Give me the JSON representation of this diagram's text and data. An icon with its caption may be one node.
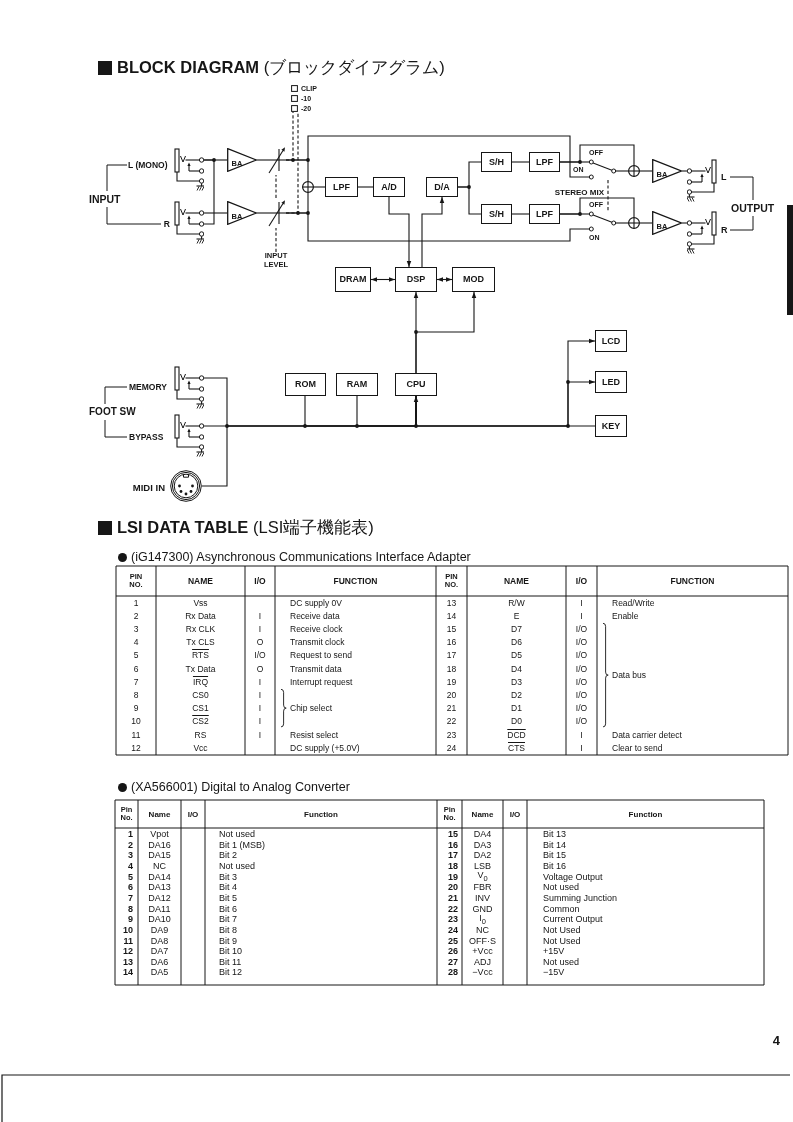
{
  "diagram": {
    "title": "**BLOCK DIAGRAM** (ブロックダイアグラム)",
    "nodes": [
      {
        "text": [],
        "shape": "picture",
        "beside": [
          "L (MONO)"
        ]
      },
      {
        "text": [],
        "shape": "picture",
        "beside": [
          "R"
        ]
      },
      {
        "text": [
          "BA"
        ]
      },
      {
        "text": [
          "BA"
        ]
      },
      {
        "text": [],
        "shape": "picture"
      },
      {
        "text": [],
        "shape": "picture"
      },
      {
        "text": [],
        "shape": "box",
        "beside": [
          "CLIP"
        ]
      },
      {
        "text": [],
        "shape": "box",
        "beside": [
          "-10"
        ]
      },
      {
        "text": [],
        "shape": "box",
        "beside": [
          "-20"
        ]
      },
      {
        "text": [
          "INPUT LEVEL"
        ]
      },
      {
        "text": [],
        "shape": "circle"
      },
      {
        "text": [
          "LPF"
        ]
      },
      {
        "text": [
          "A/D"
        ]
      },
      {
        "text": [
          "D/A"
        ]
      },
      {
        "text": [
          "S/H"
        ]
      },
      {
        "text": [
          "LPF"
        ]
      },
      {
        "text": [
          "S/H"
        ]
      },
      {
        "text": [
          "LPF"
        ]
      },
      {
        "text": [],
        "shape": "picture",
        "beside": [
          "OFF",
          "ON"
        ]
      },
      {
        "text": [],
        "shape": "picture",
        "beside": [
          "OFF",
          "ON"
        ]
      },
      {
        "text": [],
        "shape": "circle"
      },
      {
        "text": [],
        "shape": "circle"
      },
      {
        "text": [
          "BA"
        ]
      },
      {
        "text": [
          "BA"
        ]
      },
      {
        "text": [],
        "shape": "picture",
        "beside": [
          "L"
        ]
      },
      {
        "text": [],
        "shape": "picture",
        "beside": [
          "R"
        ]
      },
      {
        "text": [
          "DRAM"
        ]
      },
      {
        "text": [
          "DSP"
        ]
      },
      {
        "text": [
          "MOD"
        ]
      },
      {
        "text": [
          "LCD"
        ]
      },
      {
        "text": [
          "LED"
        ]
      },
      {
        "text": [
          "ROM"
        ]
      },
      {
        "text": [
          "RAM"
        ]
      },
      {
        "text": [
          "CPU"
        ]
      },
      {
        "text": [
          "KEY"
        ]
      },
      {
        "text": [],
        "shape": "picture",
        "beside": [
          "MEMORY"
        ]
      },
      {
        "text": [],
        "shape": "picture",
        "beside": [
          "BYPASS"
        ]
      },
      {
        "text": [],
        "shape": "picture",
        "beside": [
          "MIDI IN"
        ]
      }
    ],
    "edges": [
      {
        "from": 0,
        "to": 2,
        "arrow": "none"
      },
      {
        "from": 0,
        "to": 1,
        "arrow": "none"
      },
      {
        "from": 1,
        "to": 3,
        "arrow": "none"
      },
      {
        "from": 2,
        "to": 4,
        "arrow": "none"
      },
      {
        "from": 3,
        "to": 5,
        "arrow": "none"
      },
      {
        "from": 9,
        "to": 5,
        "arrow": "none",
        "style": "dashed"
      },
      {
        "from": 5,
        "to": 4,
        "arrow": "none",
        "style": "dashed"
      },
      {
        "from": 4,
        "to": 8,
        "arrow": "none",
        "style": "dashed"
      },
      {
        "from": 5,
        "to": 8,
        "arrow": "none",
        "style": "dashed"
      },
      {
        "from": 4,
        "to": 10,
        "arrow": "none"
      },
      {
        "from": 5,
        "to": 10,
        "arrow": "none"
      },
      {
        "from": 4,
        "to": 18,
        "arrow": "none"
      },
      {
        "from": 5,
        "to": 19,
        "arrow": "none"
      },
      {
        "from": 10,
        "to": 11,
        "arrow": "none"
      },
      {
        "from": 11,
        "to": 12,
        "arrow": "none"
      },
      {
        "from": 12,
        "to": 27,
        "arrow": "to"
      },
      {
        "from": 27,
        "to": 13,
        "arrow": "to"
      },
      {
        "from": 13,
        "to": 14,
        "arrow": "none"
      },
      {
        "from": 13,
        "to": 16,
        "arrow": "none"
      },
      {
        "from": 14,
        "to": 15,
        "arrow": "none"
      },
      {
        "from": 16,
        "to": 17,
        "arrow": "none"
      },
      {
        "from": 15,
        "to": 18,
        "arrow": "none"
      },
      {
        "from": 15,
        "to": 20,
        "arrow": "none"
      },
      {
        "from": 17,
        "to": 19,
        "arrow": "none"
      },
      {
        "from": 17,
        "to": 21,
        "arrow": "none"
      },
      {
        "from": 18,
        "to": 20,
        "arrow": "none"
      },
      {
        "from": 19,
        "to": 21,
        "arrow": "none"
      },
      {
        "from": 18,
        "to": 19,
        "arrow": "none",
        "style": "dashed"
      },
      {
        "from": 20,
        "to": 22,
        "arrow": "none"
      },
      {
        "from": 21,
        "to": 23,
        "arrow": "none"
      },
      {
        "from": 22,
        "to": 24,
        "arrow": "none"
      },
      {
        "from": 23,
        "to": 25,
        "arrow": "none"
      },
      {
        "from": 26,
        "to": 27,
        "arrow": "both"
      },
      {
        "from": 27,
        "to": 28,
        "arrow": "both"
      },
      {
        "from": 33,
        "to": 27,
        "arrow": "to"
      },
      {
        "from": 33,
        "to": 28,
        "arrow": "to"
      },
      {
        "from": 31,
        "to": 33,
        "arrow": "none"
      },
      {
        "from": 32,
        "to": 33,
        "arrow": "none"
      },
      {
        "from": 35,
        "to": 33,
        "arrow": "none"
      },
      {
        "from": 36,
        "to": 33,
        "arrow": "none"
      },
      {
        "from": 37,
        "to": 33,
        "arrow": "none"
      },
      {
        "from": 33,
        "to": 29,
        "arrow": "to"
      },
      {
        "from": 33,
        "to": 30,
        "arrow": "to"
      },
      {
        "from": 34,
        "to": 33,
        "arrow": "to"
      }
    ],
    "labels": [
      "INPUT",
      "STEREO MIX",
      "OUTPUT",
      "FOOT SW",
      "**LSI DATA TABLE** (LSI端子機能表)",
      "(iG147300) Asynchronous Communications Interface Adapter",
      "PIN NO.",
      "NAME",
      "I/O",
      "FUNCTION",
      "PIN NO.",
      "NAME",
      "I/O",
      "FUNCTION",
      "1",
      "Vss",
      "DC supply 0V",
      "13",
      "R/W",
      "I",
      "Read/Write",
      "2",
      "Rx Data",
      "I",
      "Receive data",
      "14",
      "E",
      "I",
      "Enable",
      "3",
      "Rx CLK",
      "I",
      "Receive clock",
      "15",
      "D7",
      "I/O",
      "4",
      "Tx CLS",
      "O",
      "Transmit clock",
      "16",
      "D6",
      "I/O",
      "5",
      "RTS",
      "I/O",
      "Request to send",
      "17",
      "D5",
      "I/O",
      "6",
      "Tx Data",
      "O",
      "Transmit data",
      "18",
      "D4",
      "I/O",
      "Data bus",
      "7",
      "IRQ",
      "I",
      "Interrupt request",
      "19",
      "D3",
      "I/O",
      "8",
      "CS0",
      "I",
      "20",
      "D2",
      "I/O",
      "9",
      "CS1",
      "I",
      "Chip select",
      "21",
      "D1",
      "I/O",
      "10",
      "CS2",
      "I",
      "22",
      "D0",
      "I/O",
      "11",
      "RS",
      "I",
      "Resist select",
      "23",
      "DCD",
      "I",
      "Data carrier detect",
      "12",
      "Vcc",
      "DC supply (+5.0V)",
      "24",
      "CTS",
      "I",
      "Clear to send",
      "(XA566001) Digital to Analog Converter",
      "Pin No.",
      "Name",
      "I/O",
      "Function",
      "Pin No.",
      "Name",
      "I/O",
      "Function",
      "1",
      "Vpot",
      "Not used",
      "15",
      "DA4",
      "Bit 13",
      "2",
      "DA16",
      "Bit 1 (MSB)",
      "16",
      "DA3",
      "Bit 14",
      "3",
      "DA15",
      "Bit 2",
      "17",
      "DA2",
      "Bit 15",
      "4",
      "NC",
      "Not used",
      "18",
      "LSB",
      "Bit 16",
      "5",
      "DA14",
      "Bit 3",
      "19",
      "V$_{0}$",
      "Voltage Output",
      "6",
      "DA13",
      "Bit 4",
      "20",
      "FBR",
      "Not used",
      "7",
      "DA12",
      "Bit 5",
      "21",
      "INV",
      "Summing Junction",
      "8",
      "DA11",
      "Bit 6",
      "22",
      "GND",
      "Common",
      "9",
      "DA10",
      "Bit 7",
      "23",
      "I$_{0}$",
      "Current Output",
      "10",
      "DA9",
      "Bit 8",
      "24",
      "NC",
      "Not Used",
      "11",
      "DA8",
      "Bit 9",
      "25",
      "OFF·S",
      "Not Used",
      "12",
      "DA7",
      "Bit 10",
      "26",
      "+Vcc",
      "+15V",
      "13",
      "DA6",
      "Bit 11",
      "27",
      "ADJ",
      "Not used",
      "14",
      "DA5",
      "Bit 12",
      "28",
      "−Vcc",
      "−15V",
      "4"
    ]
  }
}
